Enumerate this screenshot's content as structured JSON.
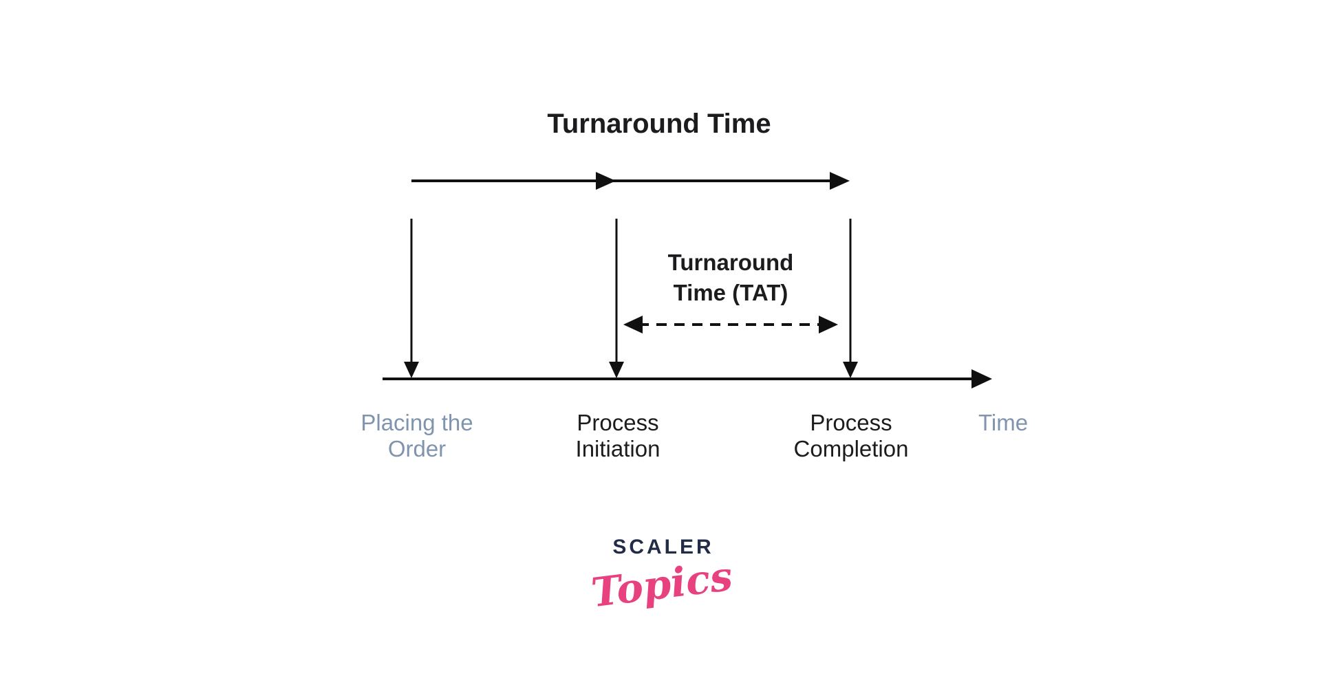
{
  "colors": {
    "background": "#ffffff",
    "line": "#101010",
    "text_primary": "#1c1c1e",
    "text_muted": "#8094ae",
    "logo_brand": "#232c47",
    "logo_script": "#e7417f"
  },
  "diagram": {
    "title": "Turnaround Time",
    "tat_annotation": {
      "line1": "Turnaround",
      "line2": "Time (TAT)"
    },
    "events": [
      {
        "line1": "Placing the",
        "line2": "Order"
      },
      {
        "line1": "Process",
        "line2": "Initiation"
      },
      {
        "line1": "Process",
        "line2": "Completion"
      }
    ],
    "axis_label": "Time"
  },
  "logo": {
    "brand": "SCALER",
    "script": "Topics"
  }
}
